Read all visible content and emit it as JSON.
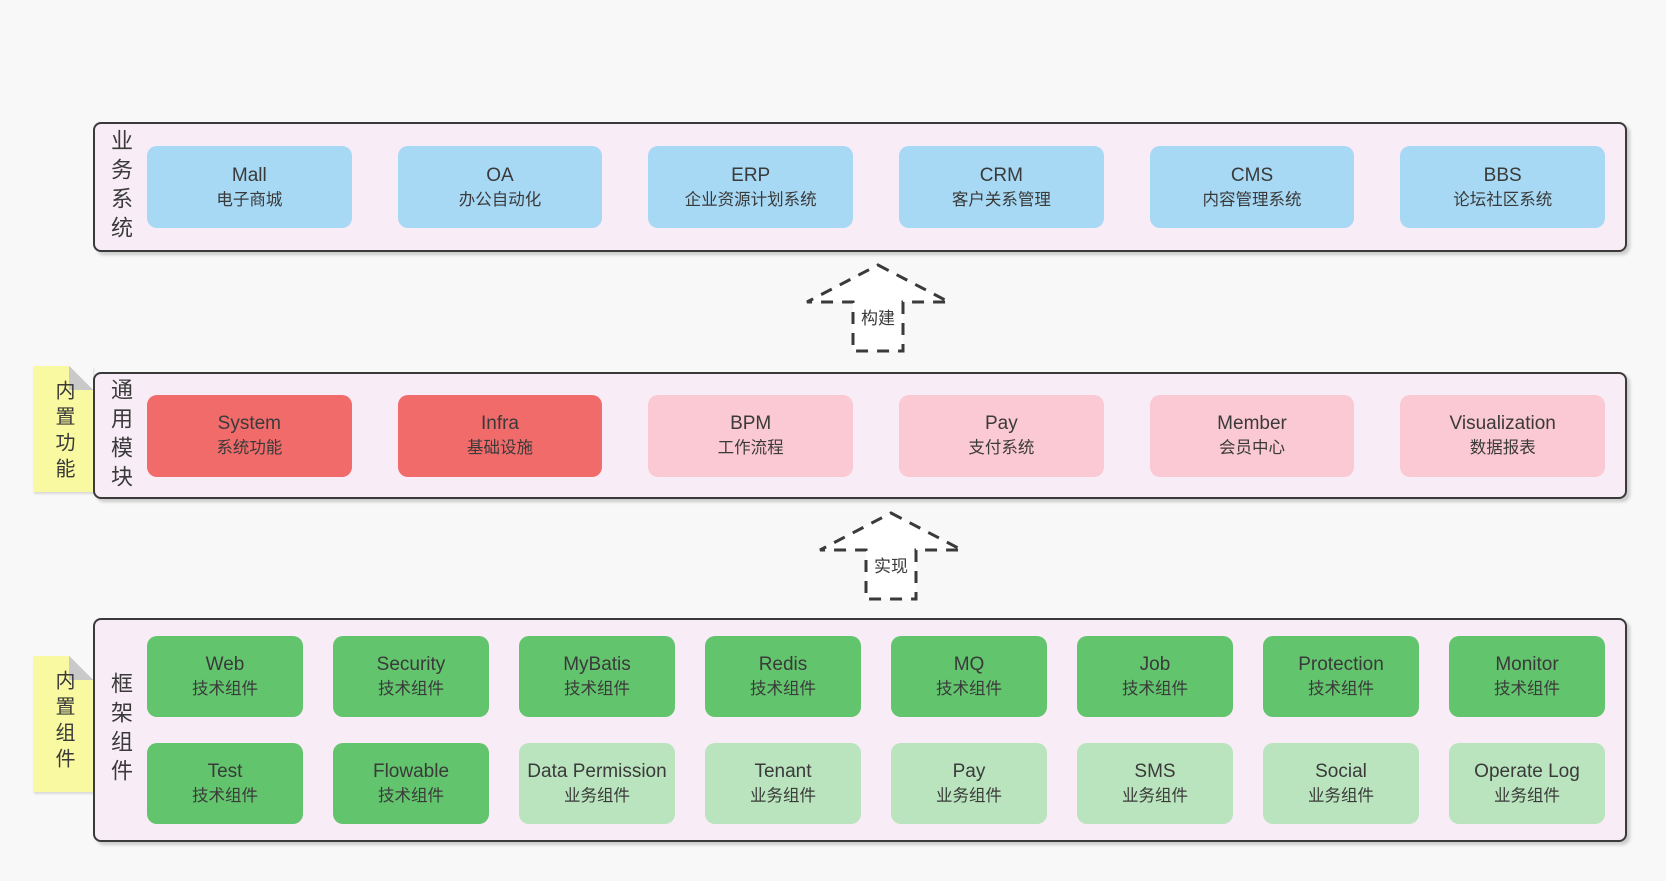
{
  "colors": {
    "background": "#f8f8f8",
    "layer_background": "#f8edf6",
    "layer_border": "#3a3a3a",
    "blue_box": "#a7d8f4",
    "red_box": "#f26b6b",
    "pink_box": "#fbc9d3",
    "green_box": "#62c46d",
    "light_green_box": "#b9e4bd",
    "sticky_note": "#f8f9a0",
    "sticky_fold": "#c9c9c9",
    "text": "#3a3a3a"
  },
  "arrows": [
    {
      "label": "构建"
    },
    {
      "label": "实现"
    }
  ],
  "layers": [
    {
      "id": "business-systems",
      "label": "业务系统",
      "boxes": [
        {
          "name": "Mall",
          "subtitle": "电子商城",
          "type": "blue"
        },
        {
          "name": "OA",
          "subtitle": "办公自动化",
          "type": "blue"
        },
        {
          "name": "ERP",
          "subtitle": "企业资源计划系统",
          "type": "blue"
        },
        {
          "name": "CRM",
          "subtitle": "客户关系管理",
          "type": "blue"
        },
        {
          "name": "CMS",
          "subtitle": "内容管理系统",
          "type": "blue"
        },
        {
          "name": "BBS",
          "subtitle": "论坛社区系统",
          "type": "blue"
        }
      ]
    },
    {
      "id": "common-modules",
      "label": "通用模块",
      "sticky": "内置功能",
      "boxes": [
        {
          "name": "System",
          "subtitle": "系统功能",
          "type": "red"
        },
        {
          "name": "Infra",
          "subtitle": "基础设施",
          "type": "red"
        },
        {
          "name": "BPM",
          "subtitle": "工作流程",
          "type": "pink"
        },
        {
          "name": "Pay",
          "subtitle": "支付系统",
          "type": "pink"
        },
        {
          "name": "Member",
          "subtitle": "会员中心",
          "type": "pink"
        },
        {
          "name": "Visualization",
          "subtitle": "数据报表",
          "type": "pink"
        }
      ]
    },
    {
      "id": "framework-components",
      "label": "框架组件",
      "sticky": "内置组件",
      "rows": [
        [
          {
            "name": "Web",
            "subtitle": "技术组件",
            "type": "green"
          },
          {
            "name": "Security",
            "subtitle": "技术组件",
            "type": "green"
          },
          {
            "name": "MyBatis",
            "subtitle": "技术组件",
            "type": "green"
          },
          {
            "name": "Redis",
            "subtitle": "技术组件",
            "type": "green"
          },
          {
            "name": "MQ",
            "subtitle": "技术组件",
            "type": "green"
          },
          {
            "name": "Job",
            "subtitle": "技术组件",
            "type": "green"
          },
          {
            "name": "Protection",
            "subtitle": "技术组件",
            "type": "green"
          },
          {
            "name": "Monitor",
            "subtitle": "技术组件",
            "type": "green"
          }
        ],
        [
          {
            "name": "Test",
            "subtitle": "技术组件",
            "type": "green"
          },
          {
            "name": "Flowable",
            "subtitle": "技术组件",
            "type": "green"
          },
          {
            "name": "Data Permission",
            "subtitle": "业务组件",
            "type": "lightgreen"
          },
          {
            "name": "Tenant",
            "subtitle": "业务组件",
            "type": "lightgreen"
          },
          {
            "name": "Pay",
            "subtitle": "业务组件",
            "type": "lightgreen"
          },
          {
            "name": "SMS",
            "subtitle": "业务组件",
            "type": "lightgreen"
          },
          {
            "name": "Social",
            "subtitle": "业务组件",
            "type": "lightgreen"
          },
          {
            "name": "Operate Log",
            "subtitle": "业务组件",
            "type": "lightgreen"
          }
        ]
      ]
    }
  ]
}
